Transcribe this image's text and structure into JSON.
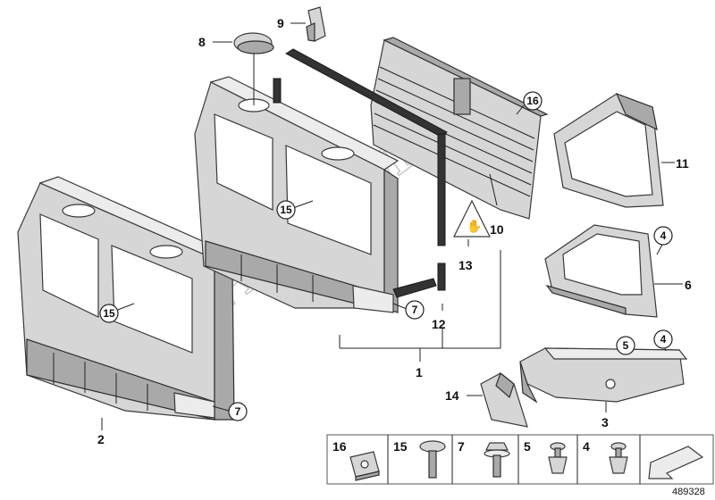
{
  "callouts": {
    "c1": "1",
    "c2": "2",
    "c3": "3",
    "c4a": "4",
    "c4b": "4",
    "c5": "5",
    "c6": "6",
    "c7a": "7",
    "c7b": "7",
    "c8": "8",
    "c9": "9",
    "c10": "10",
    "c11": "11",
    "c12": "12",
    "c13": "13",
    "c14": "14",
    "c15a": "15",
    "c15b": "15",
    "c16": "16"
  },
  "legend": {
    "items": [
      "16",
      "15",
      "7",
      "5",
      "4"
    ]
  },
  "watermark": "AutoSoft",
  "reference_number": "489328"
}
